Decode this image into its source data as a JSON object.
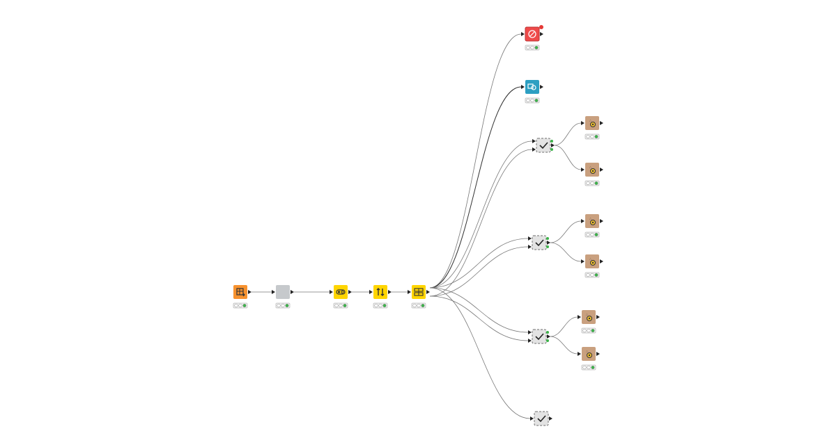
{
  "workflow": {
    "nodes": [
      {
        "id": "reader",
        "kind": "table-reader",
        "color": "#f7922f",
        "status": [
          "off",
          "off",
          "green"
        ]
      },
      {
        "id": "component",
        "kind": "component",
        "color": "#c6c9cc",
        "status": [
          "off",
          "off",
          "green"
        ]
      },
      {
        "id": "manip-1",
        "kind": "row-filter",
        "color": "#ffd500",
        "status": [
          "off",
          "off",
          "green"
        ]
      },
      {
        "id": "manip-2",
        "kind": "sorter",
        "color": "#ffd500",
        "status": [
          "off",
          "off",
          "green"
        ]
      },
      {
        "id": "manip-3",
        "kind": "column-splitter",
        "color": "#ffd500",
        "status": [
          "off",
          "off",
          "green"
        ]
      },
      {
        "id": "error-view",
        "kind": "error-node",
        "color": "#ef4a4a",
        "status": [
          "off",
          "off",
          "green"
        ],
        "error": true
      },
      {
        "id": "viz",
        "kind": "visualizer",
        "color": "#2d9fc2",
        "status": [
          "off",
          "off",
          "green"
        ]
      },
      {
        "id": "check-1",
        "kind": "validator",
        "color": "#e3e3e3",
        "status": []
      },
      {
        "id": "check-2",
        "kind": "validator",
        "color": "#e3e3e3",
        "status": []
      },
      {
        "id": "check-3",
        "kind": "validator",
        "color": "#e3e3e3",
        "status": []
      },
      {
        "id": "check-4",
        "kind": "validator",
        "color": "#e3e3e3",
        "status": []
      },
      {
        "id": "learner-1",
        "kind": "predictor",
        "color": "#c9a07f",
        "status": [
          "off",
          "off",
          "green"
        ]
      },
      {
        "id": "learner-2",
        "kind": "predictor",
        "color": "#c9a07f",
        "status": [
          "off",
          "off",
          "green"
        ]
      },
      {
        "id": "learner-3",
        "kind": "predictor",
        "color": "#c9a07f",
        "status": [
          "off",
          "off",
          "green"
        ]
      },
      {
        "id": "learner-4",
        "kind": "predictor",
        "color": "#c9a07f",
        "status": [
          "off",
          "off",
          "green"
        ]
      },
      {
        "id": "learner-5",
        "kind": "predictor",
        "color": "#c9a07f",
        "status": [
          "off",
          "off",
          "green"
        ]
      },
      {
        "id": "learner-6",
        "kind": "predictor",
        "color": "#c9a07f",
        "status": [
          "off",
          "off",
          "green"
        ]
      }
    ],
    "connections": [
      {
        "from": "reader",
        "to": "component"
      },
      {
        "from": "component",
        "to": "manip-1"
      },
      {
        "from": "manip-1",
        "to": "manip-2"
      },
      {
        "from": "manip-2",
        "to": "manip-3"
      },
      {
        "from": "manip-3",
        "to": "error-view"
      },
      {
        "from": "manip-3",
        "to": "viz"
      },
      {
        "from": "manip-3",
        "to": "check-1"
      },
      {
        "from": "manip-3",
        "to": "check-1"
      },
      {
        "from": "manip-3",
        "to": "check-2"
      },
      {
        "from": "manip-3",
        "to": "check-2"
      },
      {
        "from": "manip-3",
        "to": "check-3"
      },
      {
        "from": "manip-3",
        "to": "check-3"
      },
      {
        "from": "manip-3",
        "to": "check-4"
      },
      {
        "from": "check-1",
        "to": "learner-1"
      },
      {
        "from": "check-1",
        "to": "learner-2"
      },
      {
        "from": "check-2",
        "to": "learner-3"
      },
      {
        "from": "check-2",
        "to": "learner-4"
      },
      {
        "from": "check-3",
        "to": "learner-5"
      },
      {
        "from": "check-3",
        "to": "learner-6"
      }
    ],
    "status_colors": {
      "off": "#ffffff",
      "green": "#3cb34a",
      "error": "#e53935"
    }
  }
}
